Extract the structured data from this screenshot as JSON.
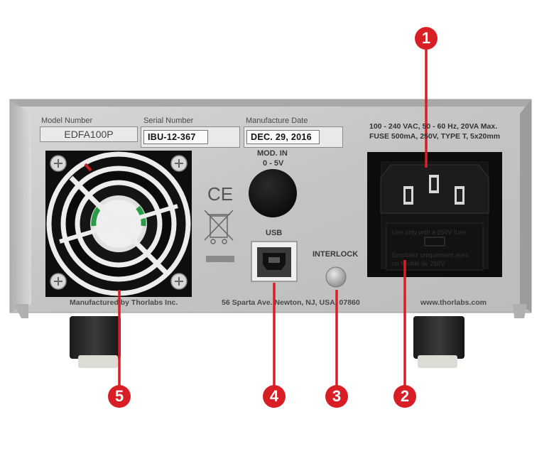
{
  "panel": {
    "model_caption": "Model Number",
    "model_value": "EDFA100P",
    "serial_caption": "Serial Number",
    "serial_value": "IBU-12-367",
    "date_caption": "Manufacture Date",
    "date_value": "DEC. 29, 2016",
    "power_spec_line1": "100 - 240 VAC, 50 - 60 Hz, 20VA Max.",
    "power_spec_line2": "FUSE 500mA, 250V, TYPE T, 5x20mm",
    "mod_in_line1": "MOD. IN",
    "mod_in_line2": "0 - 5V",
    "usb_label": "USB",
    "interlock_label": "INTERLOCK",
    "manufacturer_text": "Manufactured by Thorlabs Inc.",
    "address_text": "56 Sparta Ave. Newton, NJ, USA, 07860",
    "website_text": "www.thorlabs.com",
    "ce_mark": "CE"
  },
  "callouts": [
    {
      "number": "1",
      "target": "power-entry-module"
    },
    {
      "number": "2",
      "target": "fuse-holder"
    },
    {
      "number": "3",
      "target": "interlock-jack"
    },
    {
      "number": "4",
      "target": "usb-connector"
    },
    {
      "number": "5",
      "target": "cooling-fan"
    }
  ],
  "colors": {
    "callout": "#d81f26",
    "panel": "#c9c9c9",
    "connector": "#1a1a1a"
  }
}
